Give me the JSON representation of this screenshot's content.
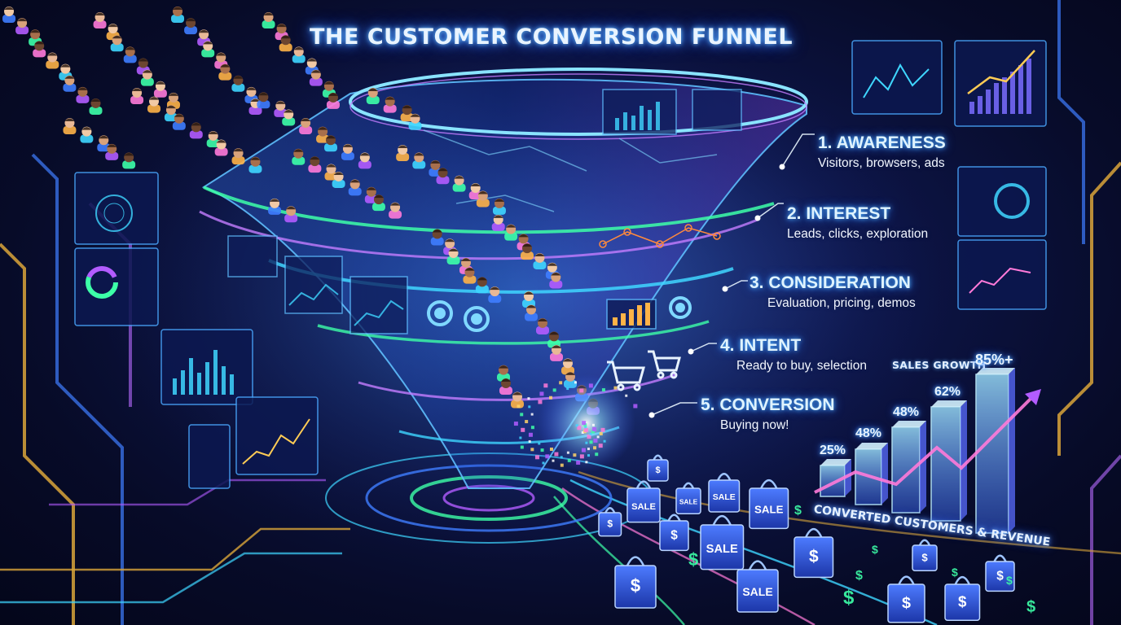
{
  "title": "THE CUSTOMER CONVERSION FUNNEL",
  "stages": [
    {
      "title": "1. AWARENESS",
      "description": "Visitors, browsers, ads"
    },
    {
      "title": "2. INTEREST",
      "description": "Leads, clicks, exploration"
    },
    {
      "title": "3. CONSIDERATION",
      "description": "Evaluation, pricing, demos"
    },
    {
      "title": "4. INTENT",
      "description": "Ready to buy, selection"
    },
    {
      "title": "5. CONVERSION",
      "description": "Buying now!"
    }
  ],
  "sales_growth": {
    "label": "SALES GROWTH",
    "values": [
      "25%",
      "48%",
      "48%",
      "62%",
      "85%+"
    ]
  },
  "results_label": "CONVERTED CUSTOMERS & REVENUE",
  "bag_label": "SALE",
  "bag_symbol": "$",
  "colors": {
    "background": "#070b28",
    "neon_cyan": "#3fd6ff",
    "neon_purple": "#b25cff",
    "neon_green": "#3dffa8",
    "gold_trim": "#d9a53a",
    "bag_blue": "#2a52d8"
  },
  "icons": [
    "people-icon",
    "gear-icon",
    "shopping-cart-icon",
    "shopping-bag-icon",
    "dollar-icon",
    "line-chart-icon",
    "bar-chart-icon",
    "donut-chart-icon",
    "network-icon"
  ]
}
